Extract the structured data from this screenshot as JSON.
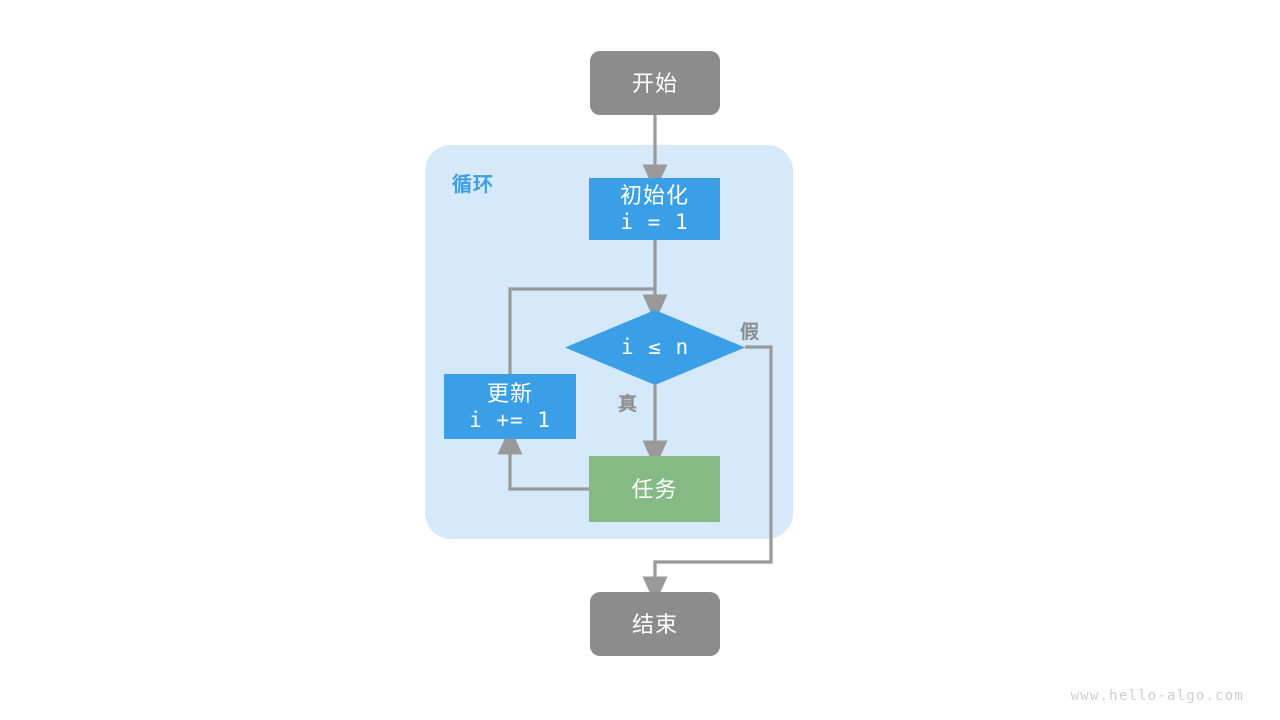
{
  "diagram": {
    "type": "flowchart",
    "title": "for-loop-flowchart",
    "colors": {
      "terminator": "#8c8c8c",
      "process": "#3b9fe8",
      "decision": "#3b9fe8",
      "task": "#85ba84",
      "loop_container": "#d6e9fa",
      "edge": "#999999",
      "loop_label_text": "#3b9fe8",
      "edge_label_text": "#8c8c8c",
      "node_text": "#ffffff",
      "background": "#ffffff",
      "watermark": "#cfcfcf"
    },
    "loop_group": {
      "label": "循环"
    },
    "nodes": {
      "start": {
        "label": "开始",
        "shape": "rounded-rectangle"
      },
      "init": {
        "line1": "初始化",
        "line2": "i = 1",
        "shape": "rectangle"
      },
      "condition": {
        "label": "i ≤ n",
        "shape": "diamond"
      },
      "update": {
        "line1": "更新",
        "line2": "i += 1",
        "shape": "rectangle"
      },
      "task": {
        "label": "任务",
        "shape": "rectangle"
      },
      "end": {
        "label": "结束",
        "shape": "rounded-rectangle"
      }
    },
    "edge_labels": {
      "true": "真",
      "false": "假"
    }
  },
  "watermark": {
    "text": "www.hello-algo.com"
  }
}
